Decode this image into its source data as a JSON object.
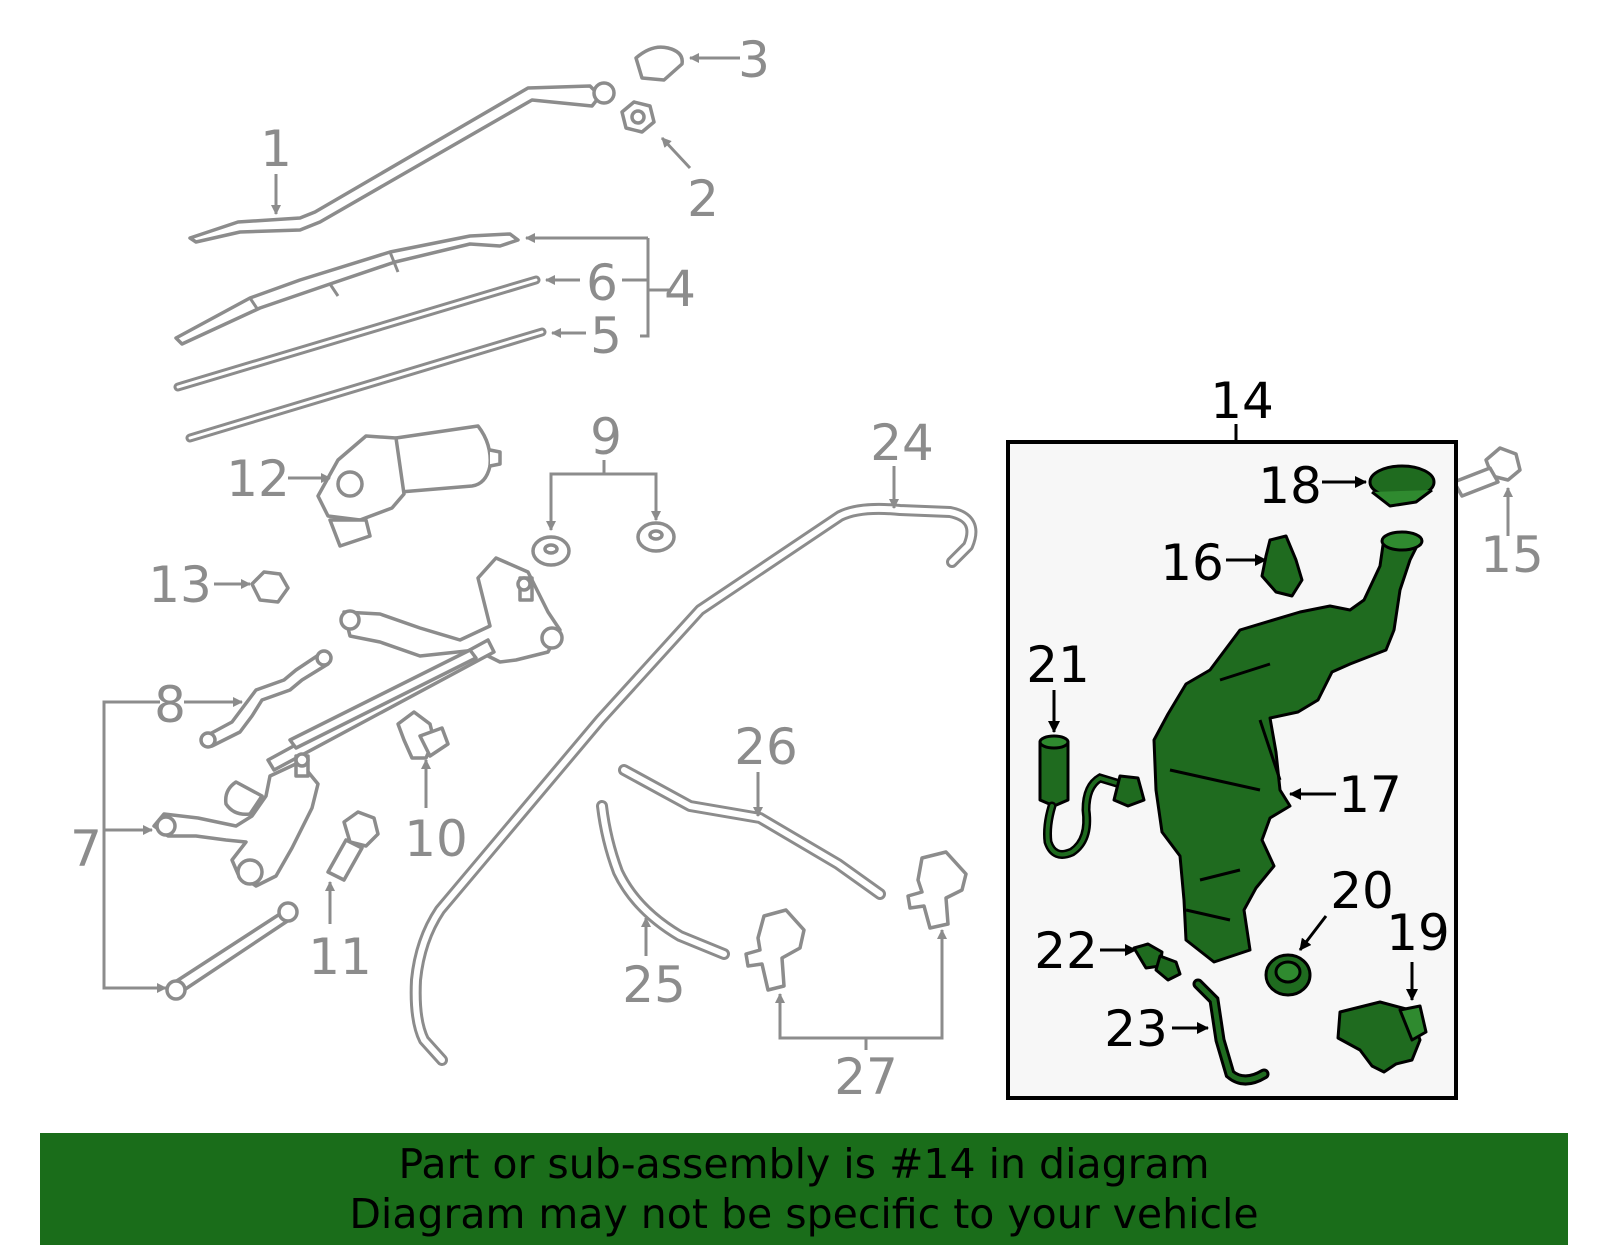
{
  "callouts": {
    "c1": "1",
    "c2": "2",
    "c3": "3",
    "c4": "4",
    "c5": "5",
    "c6": "6",
    "c7": "7",
    "c8": "8",
    "c9": "9",
    "c10": "10",
    "c11": "11",
    "c12": "12",
    "c13": "13",
    "c14": "14",
    "c15": "15",
    "c16": "16",
    "c17": "17",
    "c18": "18",
    "c19": "19",
    "c20": "20",
    "c21": "21",
    "c22": "22",
    "c23": "23",
    "c24": "24",
    "c25": "25",
    "c26": "26",
    "c27": "27"
  },
  "highlighted_part": "14",
  "colors": {
    "highlight_fill": "#1f6b1f",
    "banner_bg": "#1a6d1a",
    "line_gray": "#8c8c8c",
    "panel_bg": "#f7f7f7"
  },
  "banner": {
    "line1": "Part or sub-assembly is #14 in diagram",
    "line2": "Diagram may not be specific to your vehicle"
  }
}
